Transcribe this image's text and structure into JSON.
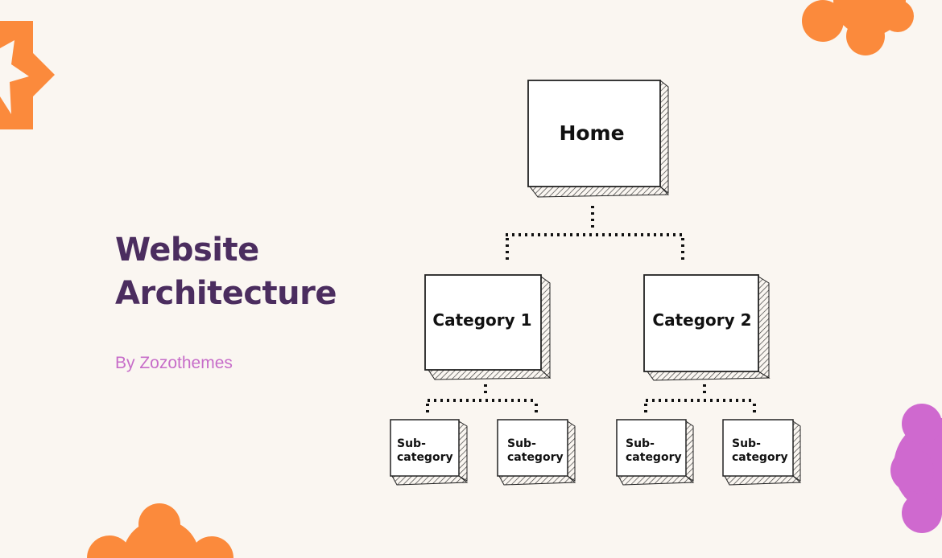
{
  "title_line1": "Website",
  "title_line2": "Architecture",
  "byline": "By Zozothemes",
  "colors": {
    "background": "#faf6f1",
    "title": "#4b2d5f",
    "byline": "#c76dc9",
    "orange": "#fb8a3c",
    "pink": "#cf69cf"
  },
  "diagram": {
    "root": "Home",
    "categories": [
      {
        "label": "Category 1",
        "children": [
          {
            "line1": "Sub-",
            "line2": "category"
          },
          {
            "line1": "Sub-",
            "line2": "category"
          }
        ]
      },
      {
        "label": "Category 2",
        "children": [
          {
            "line1": "Sub-",
            "line2": "category"
          },
          {
            "line1": "Sub-",
            "line2": "category"
          }
        ]
      }
    ]
  }
}
